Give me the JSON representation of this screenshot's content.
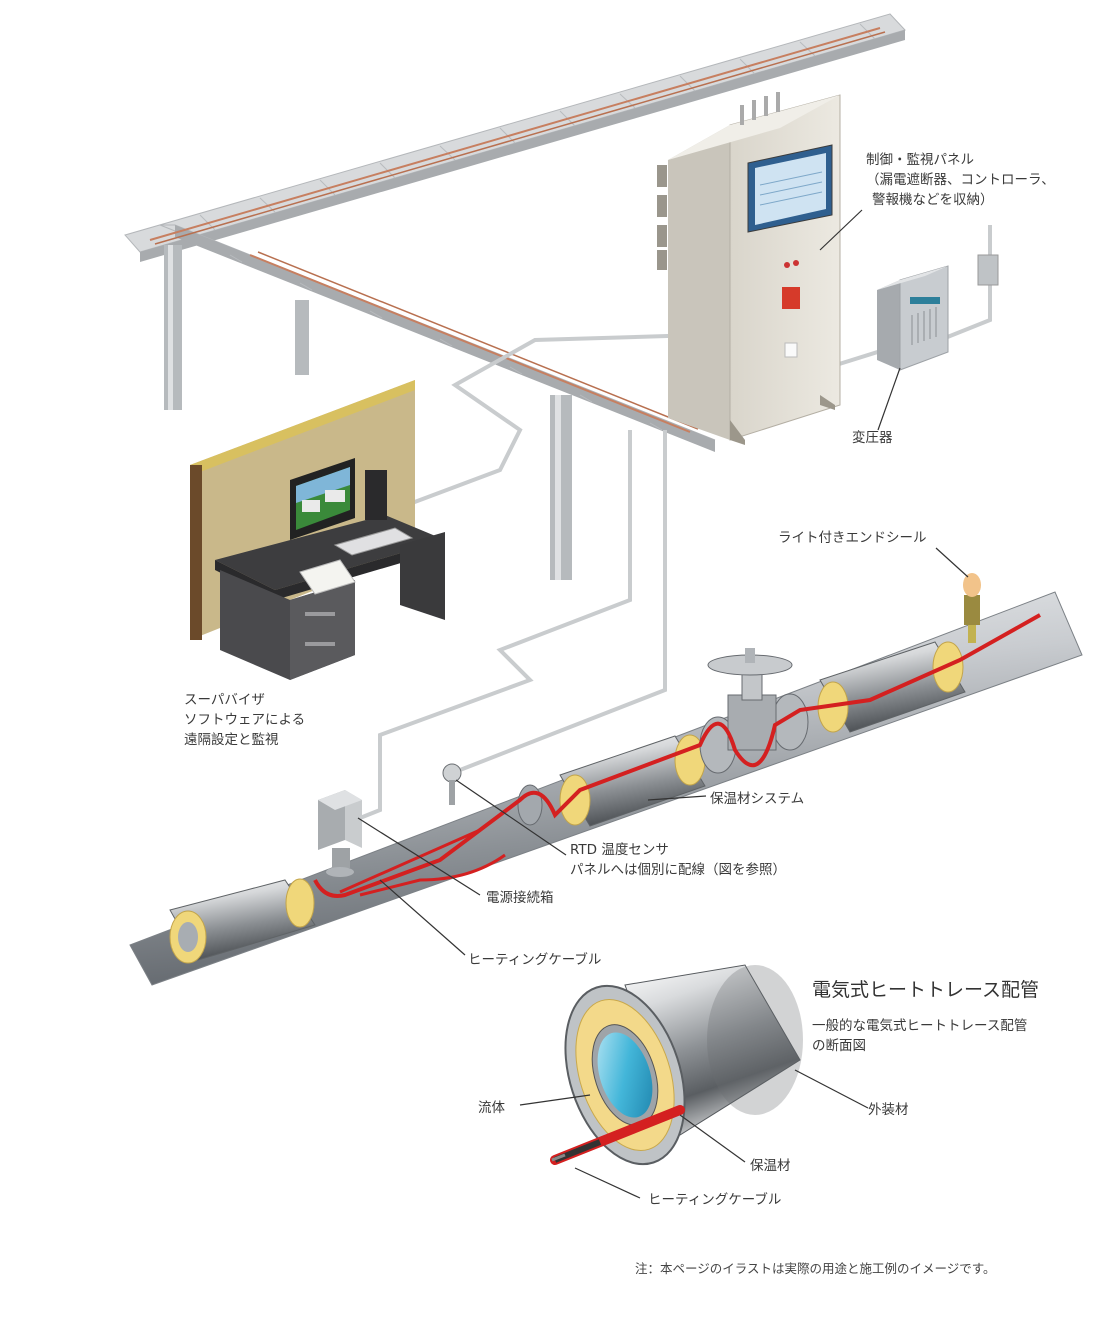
{
  "labels": {
    "control_panel": [
      "制御・監視パネル",
      "（漏電遮断器、コントローラ、",
      "警報機などを収納）"
    ],
    "transformer": "変圧器",
    "end_seal": "ライト付きエンドシール",
    "supervisor": [
      "スーパバイザ",
      "ソフトウェアによる",
      "遠隔設定と監視"
    ],
    "insulation_system": "保温材システム",
    "rtd": [
      "RTD 温度センサ",
      "パネルへは個別に配線（図を参照）"
    ],
    "junction_box": "電源接続箱",
    "heating_cable": "ヒーティングケーブル",
    "cross_section_title": "電気式ヒートトレース配管",
    "cross_section_subtitle": [
      "一般的な電気式ヒートトレース配管",
      "の断面図"
    ],
    "fluid": "流体",
    "jacket": "外装材",
    "insulation": "保温材",
    "heating_cable_2": "ヒーティングケーブル",
    "note": "注：本ページのイラストは実際の用途と施工例のイメージです。"
  },
  "colors": {
    "heating_cable": "#d42020",
    "insulation": "#f3d98a",
    "pipe": "#b8bcc0",
    "panel": "#e6e2d8",
    "wall": "#c9b88a",
    "fluid": "#3fb3d6"
  }
}
